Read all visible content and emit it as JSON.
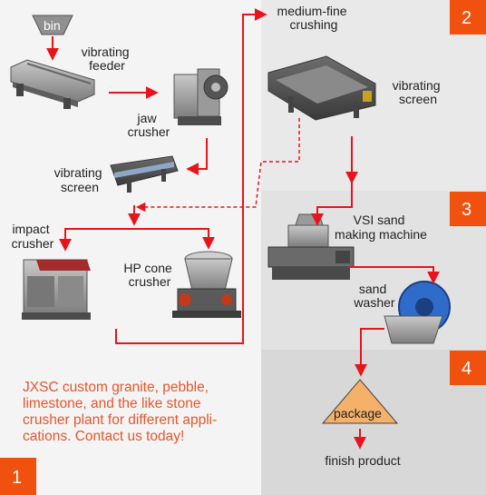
{
  "labels": {
    "bin": "bin",
    "vibrating_feeder": [
      "vibrating",
      "feeder"
    ],
    "jaw_crusher": [
      "jaw",
      "crusher"
    ],
    "vibrating_screen_1": [
      "vibrating",
      "screen"
    ],
    "impact_crusher": [
      "impact",
      "crusher"
    ],
    "hp_cone_crusher": [
      "HP cone",
      "crusher"
    ],
    "medium_fine_crushing": [
      "medium-fine",
      "crushing"
    ],
    "vibrating_screen_2": [
      "vibrating",
      "screen"
    ],
    "vsi_sand_making_machine": [
      "VSI sand",
      "making machine"
    ],
    "sand_washer": [
      "sand",
      "washer"
    ],
    "package": "package",
    "finish_product": "finish product"
  },
  "stage_badges": [
    "1",
    "2",
    "3",
    "4"
  ],
  "promo_text": "JXSC custom granite, pebble, limestone, and the like stone crusher plant for different appli-cations. Contact us today!",
  "colors": {
    "arrow": "#e8131b",
    "badge": "#f0510f",
    "promo_text": "#e4572e",
    "package_fill": "#f5b06a",
    "bin_fill": "#8f8f8f",
    "panel_light": "#f4f4f4",
    "panel_2": "#e9e9e9",
    "panel_3": "#e2e2e2",
    "panel_4": "#d8d8d8"
  }
}
